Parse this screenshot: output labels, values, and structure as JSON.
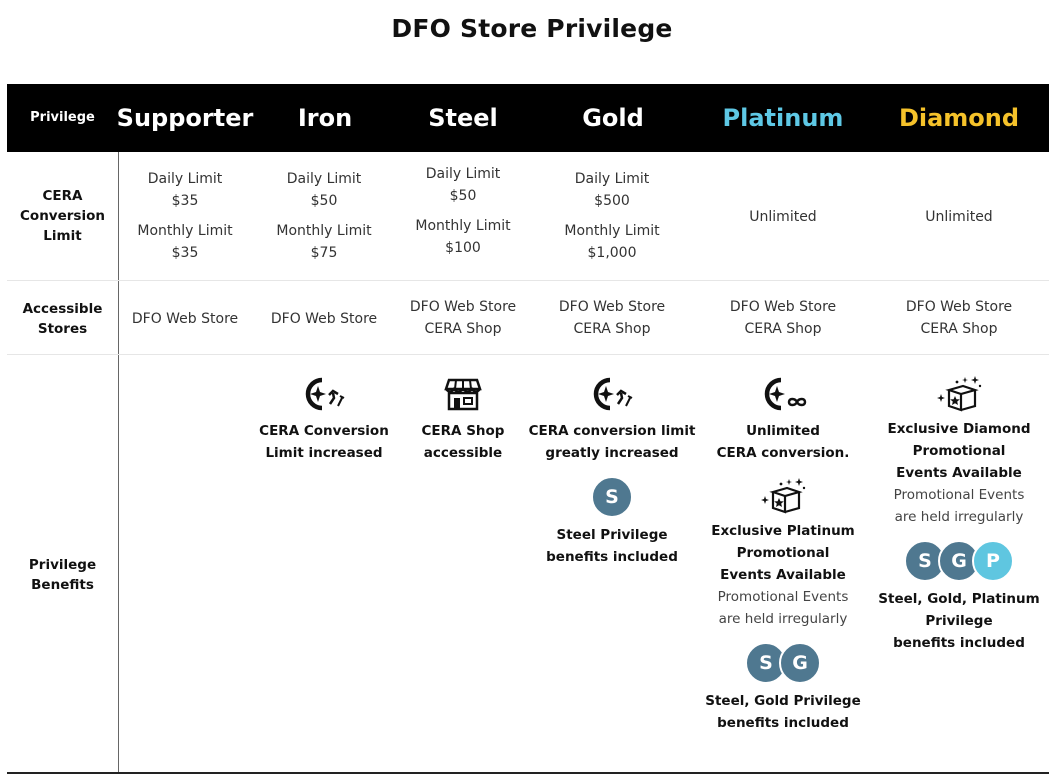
{
  "title": "DFO Store Privilege",
  "header": {
    "privilege_label": "Privilege",
    "tiers": [
      {
        "name": "Supporter",
        "color": "#ffffff"
      },
      {
        "name": "Iron",
        "color": "#ffffff"
      },
      {
        "name": "Steel",
        "color": "#ffffff"
      },
      {
        "name": "Gold",
        "color": "#ffffff"
      },
      {
        "name": "Platinum",
        "color": "#5ec8e5"
      },
      {
        "name": "Diamond",
        "color": "#f5c22a"
      }
    ]
  },
  "rows": {
    "conversion": {
      "label_lines": [
        "CERA",
        "Conversion",
        "Limit"
      ],
      "supporter": [
        "Daily Limit",
        "$35",
        "Monthly Limit",
        "$35"
      ],
      "iron": [
        "Daily Limit",
        "$50",
        "Monthly Limit",
        "$75"
      ],
      "steel": [
        "Daily Limit",
        "$50",
        "Monthly Limit",
        "$100"
      ],
      "gold": [
        "Daily Limit",
        "$500",
        "Monthly Limit",
        "$1,000"
      ],
      "platinum": "Unlimited",
      "diamond": "Unlimited"
    },
    "stores": {
      "label_lines": [
        "Accessible",
        "Stores"
      ],
      "supporter": [
        "DFO Web Store"
      ],
      "iron": [
        "DFO Web Store"
      ],
      "steel": [
        "DFO Web Store",
        "CERA Shop"
      ],
      "gold": [
        "DFO Web Store",
        "CERA Shop"
      ],
      "platinum": [
        "DFO Web Store",
        "CERA Shop"
      ],
      "diamond": [
        "DFO Web Store",
        "CERA Shop"
      ]
    },
    "benefits": {
      "label_lines": [
        "Privilege",
        "Benefits"
      ],
      "iron": {
        "icon": "cera-up-icon",
        "lines": [
          "CERA Conversion",
          "Limit increased"
        ]
      },
      "steel": {
        "icon": "shop-icon",
        "lines": [
          "CERA Shop",
          "accessible"
        ]
      },
      "gold": {
        "item1": {
          "icon": "cera-up-icon",
          "lines": [
            "CERA conversion limit",
            "greatly increased"
          ]
        },
        "badges": [
          "S"
        ],
        "item2": {
          "lines": [
            "Steel Privilege",
            "benefits included"
          ]
        }
      },
      "platinum": {
        "item1": {
          "icon": "cera-infinity-icon",
          "lines": [
            "Unlimited",
            "CERA conversion."
          ]
        },
        "item2": {
          "icon": "promo-box-icon",
          "bold_lines": [
            "Exclusive Platinum",
            "Promotional",
            "Events Available"
          ],
          "note_lines": [
            "Promotional Events",
            "are held irregularly"
          ]
        },
        "badges": [
          "S",
          "G"
        ],
        "item3": {
          "lines": [
            "Steel, Gold Privilege",
            "benefits included"
          ]
        }
      },
      "diamond": {
        "item1": {
          "icon": "promo-box-icon",
          "bold_lines": [
            "Exclusive Diamond",
            "Promotional",
            "Events Available"
          ],
          "note_lines": [
            "Promotional Events",
            "are held irregularly"
          ]
        },
        "badges": [
          "S",
          "G",
          "P"
        ],
        "item2": {
          "lines": [
            "Steel, Gold, Platinum",
            "Privilege",
            "benefits included"
          ]
        }
      }
    }
  }
}
